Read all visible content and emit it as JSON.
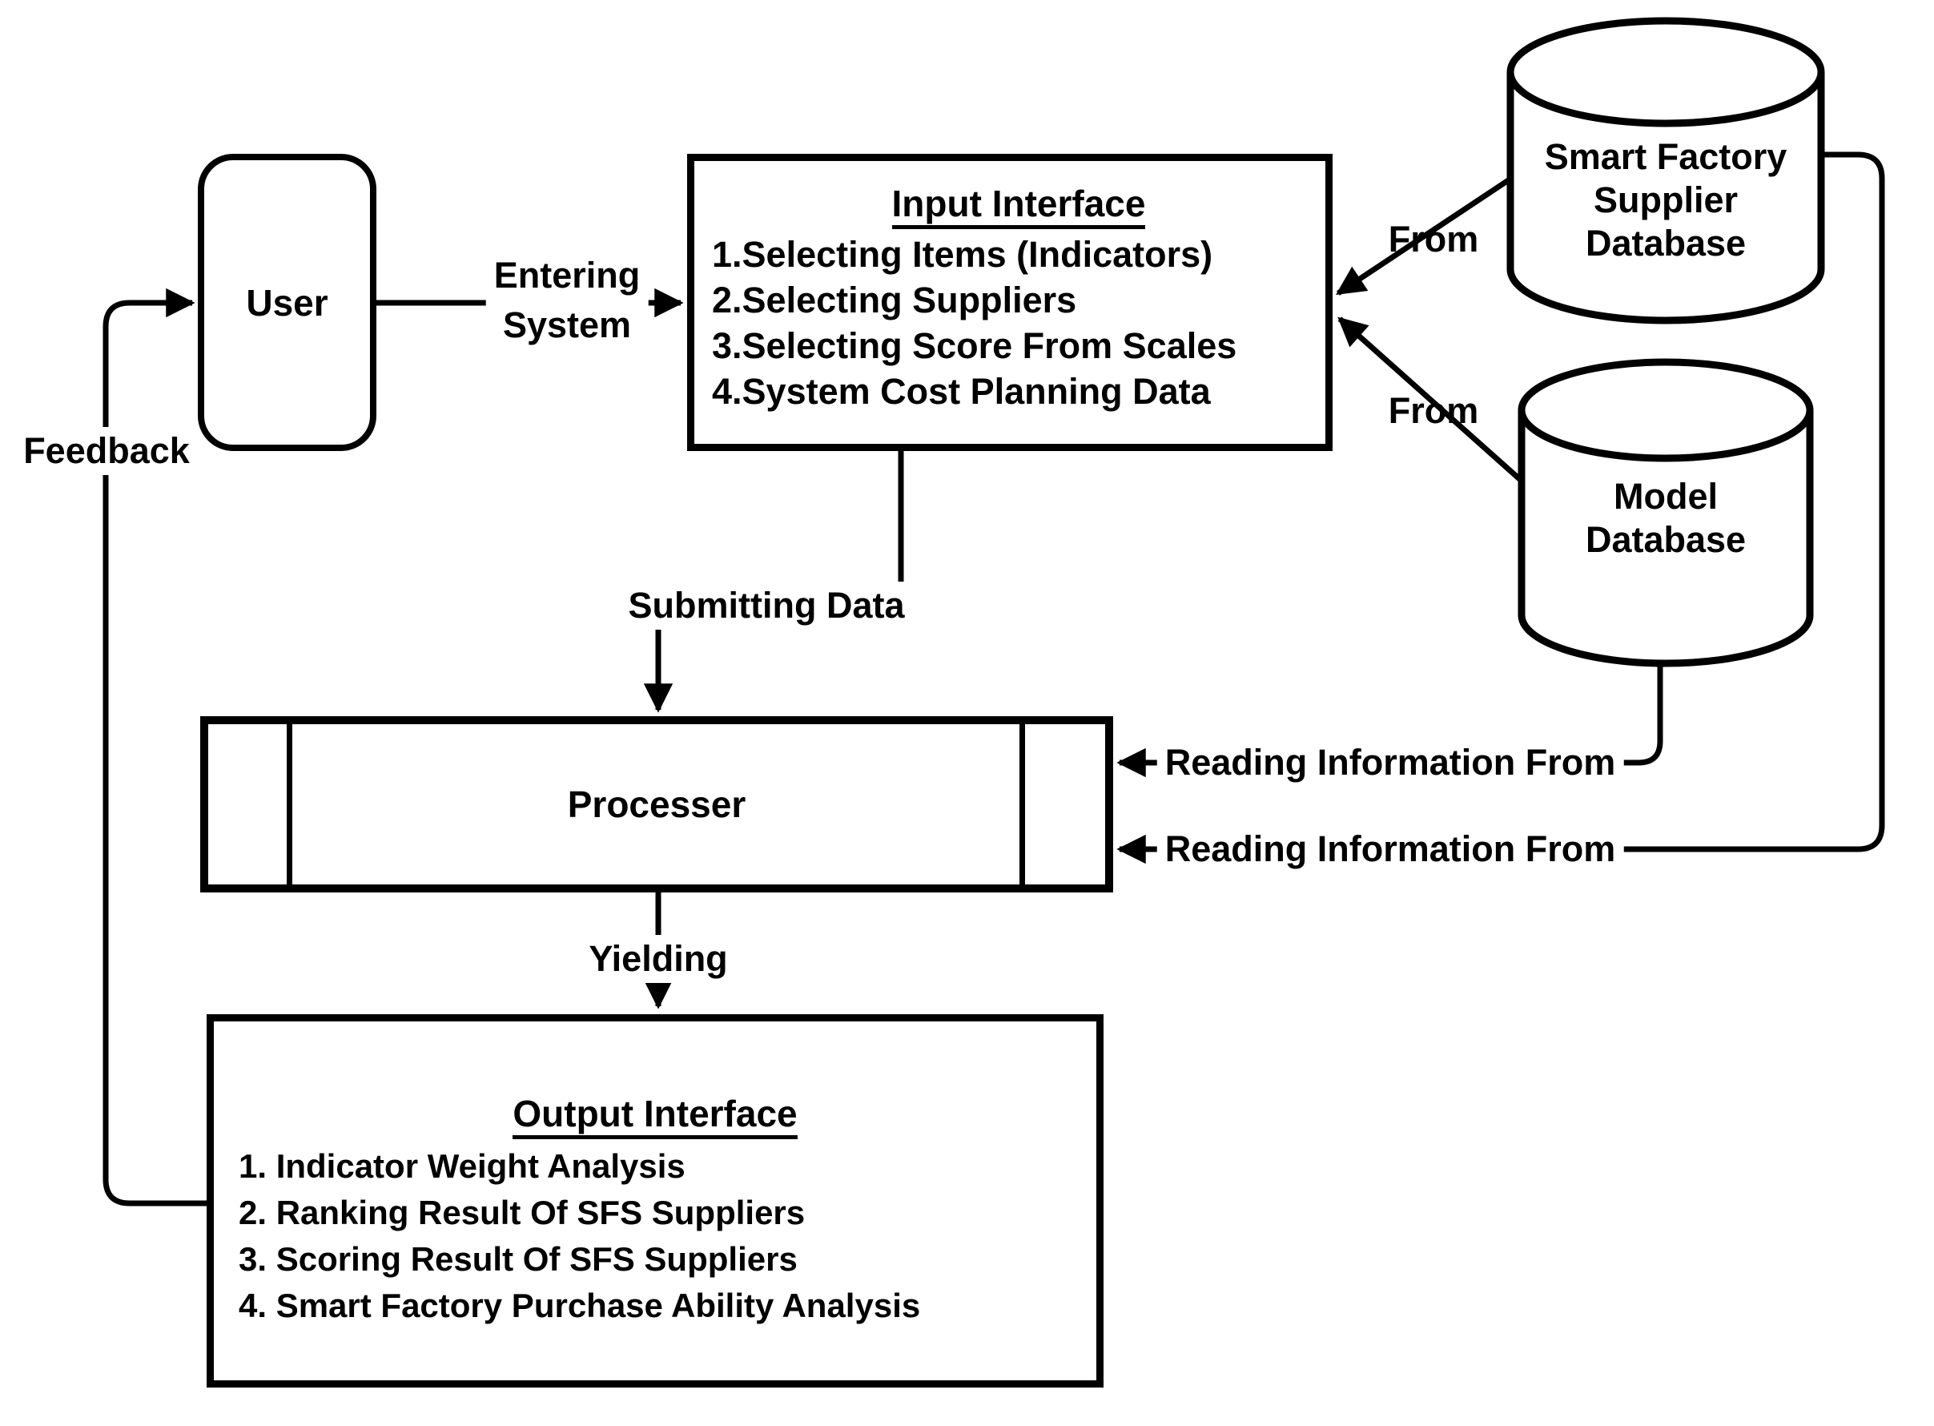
{
  "diagram": {
    "colors": {
      "line": "#000000",
      "background": "#ffffff"
    },
    "nodes": {
      "user": {
        "label": "User"
      },
      "input_interface": {
        "title": "Input Interface",
        "items": [
          "1.Selecting Items (Indicators)",
          "2.Selecting Suppliers",
          "3.Selecting Score From Scales",
          "4.System Cost Planning Data"
        ]
      },
      "processer": {
        "label": "Processer"
      },
      "output_interface": {
        "title": "Output Interface",
        "items": [
          "1. Indicator Weight Analysis",
          "2. Ranking Result Of SFS Suppliers",
          "3. Scoring Result Of SFS Suppliers",
          "4. Smart Factory Purchase Ability Analysis"
        ]
      },
      "supplier_db": {
        "label_lines": [
          "Smart Factory",
          "Supplier",
          "Database"
        ]
      },
      "model_db": {
        "label_lines": [
          "Model",
          "Database"
        ]
      }
    },
    "edges": {
      "entering_system": {
        "label_lines": [
          "Entering",
          "System"
        ]
      },
      "submitting_data": {
        "label": "Submitting Data"
      },
      "from_supplier_db": {
        "label": "From"
      },
      "from_model_db": {
        "label": "From"
      },
      "reading_info_model": {
        "label": "Reading Information From"
      },
      "reading_info_supplier": {
        "label": "Reading Information From"
      },
      "yielding": {
        "label": "Yielding"
      },
      "feedback": {
        "label": "Feedback"
      }
    }
  }
}
